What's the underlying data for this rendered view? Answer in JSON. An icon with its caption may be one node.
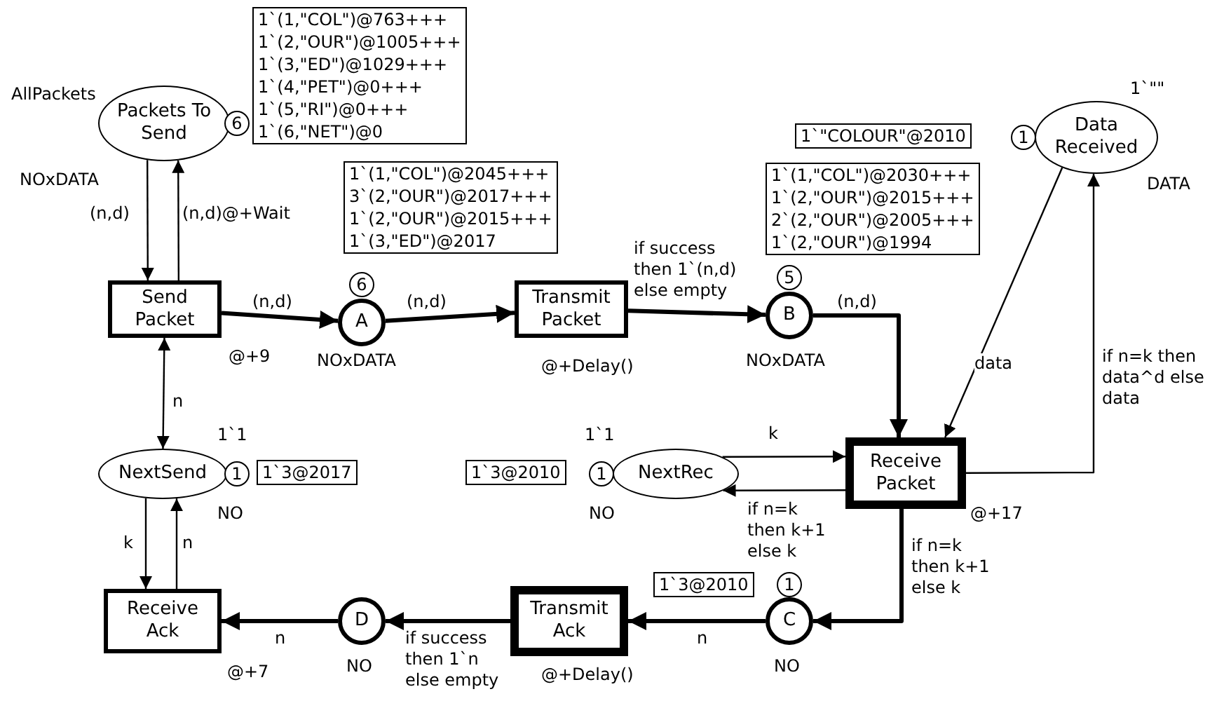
{
  "diagram": {
    "nodes": [
      {
        "text": [
          "Packets To Send"
        ],
        "beside": [
          "AllPackets",
          "NOxDATA"
        ]
      },
      {
        "text": [
          "6"
        ]
      },
      {
        "text": [
          "1`(1,\"COL\")@763+++",
          "1`(2,\"OUR\")@1005+++",
          "1`(3,\"ED\")@1029+++",
          "1`(4,\"PET\")@0+++",
          "1`(5,\"RI\")@0+++",
          "1`(6,\"NET\")@0"
        ]
      },
      {
        "text": [
          "Send Packet"
        ],
        "beside": [
          "@+9"
        ]
      },
      {
        "text": [
          "A"
        ],
        "beside": [
          "NOxDATA"
        ]
      },
      {
        "text": [
          "6"
        ]
      },
      {
        "text": [
          "1`(1,\"COL\")@2045+++",
          "3`(2,\"OUR\")@2017+++",
          "1`(2,\"OUR\")@2015+++",
          "1`(3,\"ED\")@2017"
        ]
      },
      {
        "text": [
          "Transmit Packet"
        ],
        "beside": [
          "@+Delay()"
        ]
      },
      {
        "text": [
          "B"
        ],
        "beside": [
          "NOxDATA"
        ]
      },
      {
        "text": [
          "5"
        ]
      },
      {
        "text": [
          "1`(1,\"COL\")@2030+++",
          "1`(2,\"OUR\")@2015+++",
          "2`(2,\"OUR\")@2005+++",
          "1`(2,\"OUR\")@1994"
        ]
      },
      {
        "text": [
          "Data Received"
        ],
        "beside": [
          "1`\"\"",
          "DATA"
        ]
      },
      {
        "text": [
          "1"
        ]
      },
      {
        "text": [
          "1`\"COLOUR\"@2010"
        ]
      },
      {
        "text": [
          "NextSend"
        ],
        "beside": [
          "1`1",
          "NO"
        ]
      },
      {
        "text": [
          "1"
        ]
      },
      {
        "text": [
          "1`3@2017"
        ]
      },
      {
        "text": [
          "NextRec"
        ],
        "beside": [
          "1`1",
          "NO"
        ]
      },
      {
        "text": [
          "1"
        ]
      },
      {
        "text": [
          "1`3@2010"
        ]
      },
      {
        "text": [
          "Receive Packet"
        ],
        "beside": [
          "@+17"
        ]
      },
      {
        "text": [
          "Receive Ack"
        ],
        "beside": [
          "@+7"
        ]
      },
      {
        "text": [
          "D"
        ],
        "beside": [
          "NO"
        ]
      },
      {
        "text": [
          "Transmit Ack"
        ],
        "beside": [
          "@+Delay()"
        ]
      },
      {
        "text": [
          "C"
        ],
        "beside": [
          "NO"
        ]
      },
      {
        "text": [
          "1"
        ]
      },
      {
        "text": [
          "1`3@2010"
        ]
      }
    ],
    "edges": [
      {
        "from": 0,
        "to": 3,
        "arrow": "to",
        "label": "(n,d)"
      },
      {
        "from": 3,
        "to": 0,
        "arrow": "to",
        "label": "(n,d)@+Wait"
      },
      {
        "from": 3,
        "to": 4,
        "arrow": "to",
        "label": "(n,d)",
        "style": "thick"
      },
      {
        "from": 4,
        "to": 7,
        "arrow": "to",
        "label": "(n,d)",
        "style": "thick"
      },
      {
        "from": 7,
        "to": 8,
        "arrow": "to",
        "label": "if success then 1`(n,d) else empty",
        "style": "thick"
      },
      {
        "from": 8,
        "to": 20,
        "arrow": "to",
        "label": "(n,d)",
        "style": "thick"
      },
      {
        "from": 11,
        "to": 20,
        "arrow": "to",
        "label": "data"
      },
      {
        "from": 20,
        "to": 11,
        "arrow": "to",
        "label": "if n=k then data^d else data"
      },
      {
        "from": 3,
        "to": 14,
        "arrow": "both",
        "label": "n"
      },
      {
        "from": 17,
        "to": 20,
        "arrow": "to",
        "label": "k"
      },
      {
        "from": 20,
        "to": 17,
        "arrow": "to",
        "label": "if n=k then k+1 else k"
      },
      {
        "from": 14,
        "to": 21,
        "arrow": "to",
        "label": "k"
      },
      {
        "from": 21,
        "to": 14,
        "arrow": "to",
        "label": "n"
      },
      {
        "from": 20,
        "to": 24,
        "arrow": "to",
        "label": "if n=k then k+1 else k",
        "style": "thick"
      },
      {
        "from": 24,
        "to": 23,
        "arrow": "to",
        "label": "n",
        "style": "thick"
      },
      {
        "from": 23,
        "to": 22,
        "arrow": "to",
        "label": "if success then 1`n else empty",
        "style": "thick"
      },
      {
        "from": 22,
        "to": 21,
        "arrow": "to",
        "label": "n",
        "style": "thick"
      }
    ]
  }
}
